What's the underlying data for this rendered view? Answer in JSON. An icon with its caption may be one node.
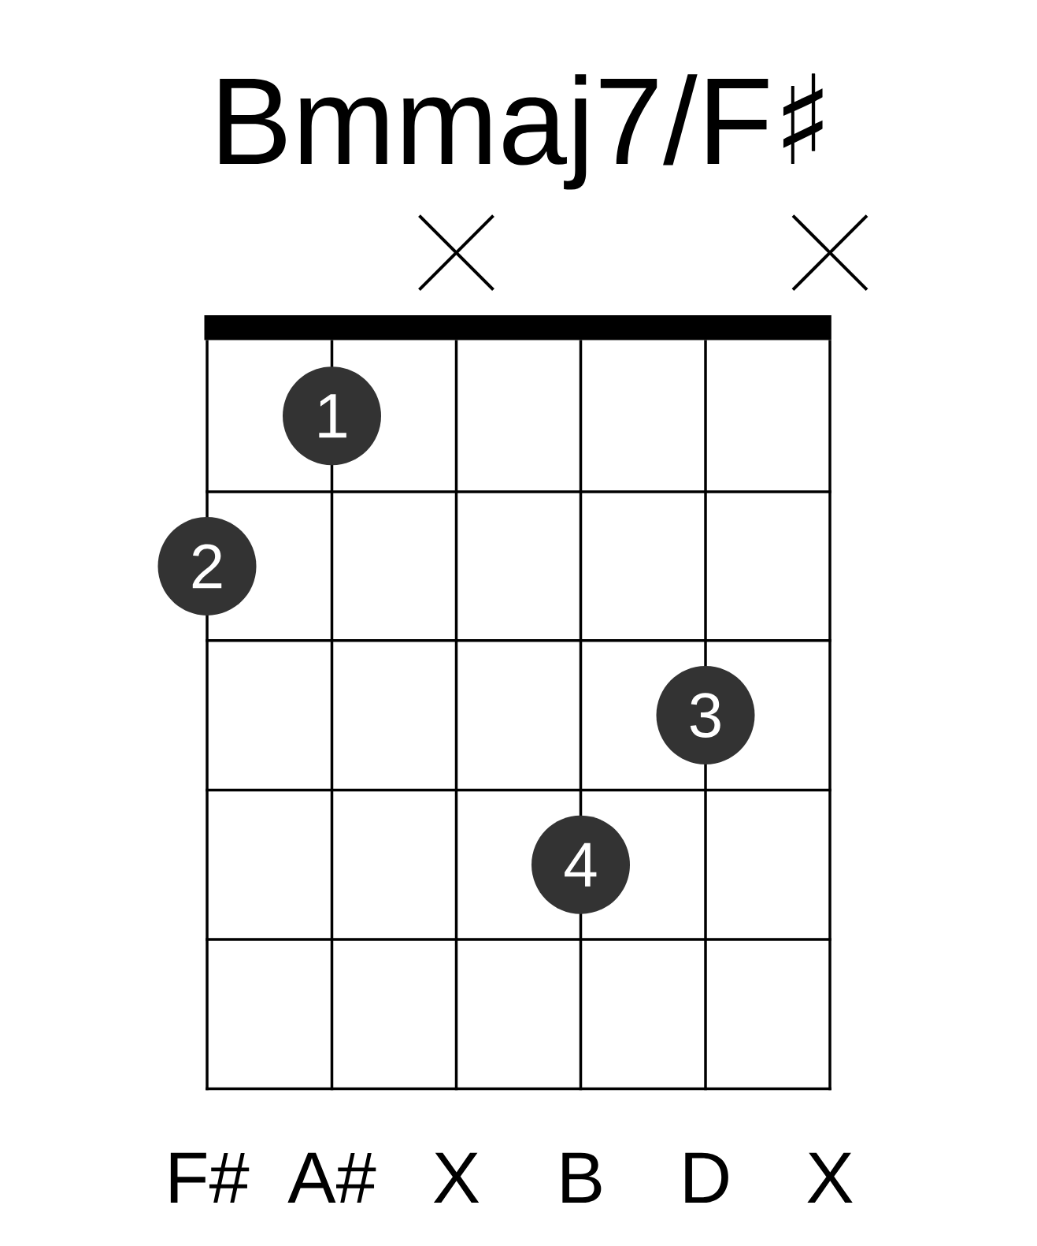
{
  "diagram": {
    "title": "Bmmaj7/F♯",
    "nodes": [
      {
        "text": [
          "1"
        ]
      },
      {
        "text": [
          "2"
        ]
      },
      {
        "text": [
          "3"
        ]
      },
      {
        "text": [
          "4"
        ]
      }
    ],
    "labels": [
      "F#",
      "A#",
      "X",
      "B",
      "D",
      "X"
    ]
  }
}
